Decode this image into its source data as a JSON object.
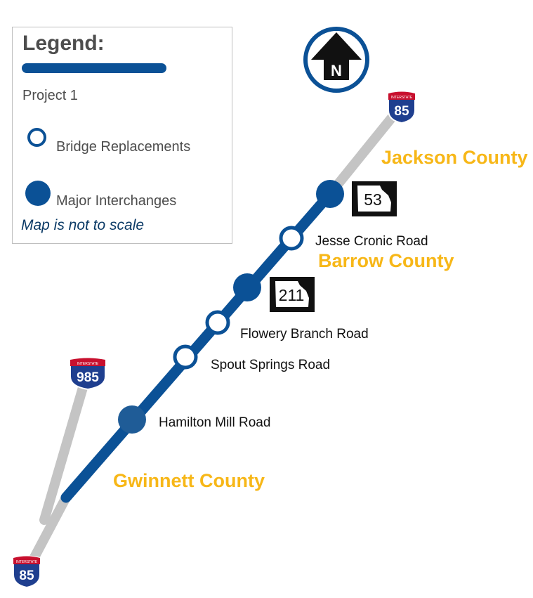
{
  "legend": {
    "title": "Legend:",
    "project_label": "Project 1",
    "bridge_label": "Bridge Replacements",
    "interchange_label": "Major Interchanges",
    "note": "Map is not to scale"
  },
  "compass": {
    "label": "N"
  },
  "shields": {
    "interstate_word": "INTERSTATE",
    "i85_top": "85",
    "i85_bottom": "85",
    "i985": "985",
    "sr53": "53",
    "sr211": "211"
  },
  "counties": {
    "jackson": "Jackson County",
    "barrow": "Barrow County",
    "gwinnett": "Gwinnett County"
  },
  "points": {
    "jesse_cronic": "Jesse Cronic Road",
    "flowery_branch": "Flowery Branch Road",
    "spout_springs": "Spout Springs Road",
    "hamilton_mill": "Hamilton Mill Road"
  },
  "colors": {
    "project_blue": "#0b5196",
    "road_gray": "#c4c4c4",
    "county_gold": "#f7b718",
    "shield_red": "#c8102e",
    "shield_blue": "#1f3f8f"
  }
}
